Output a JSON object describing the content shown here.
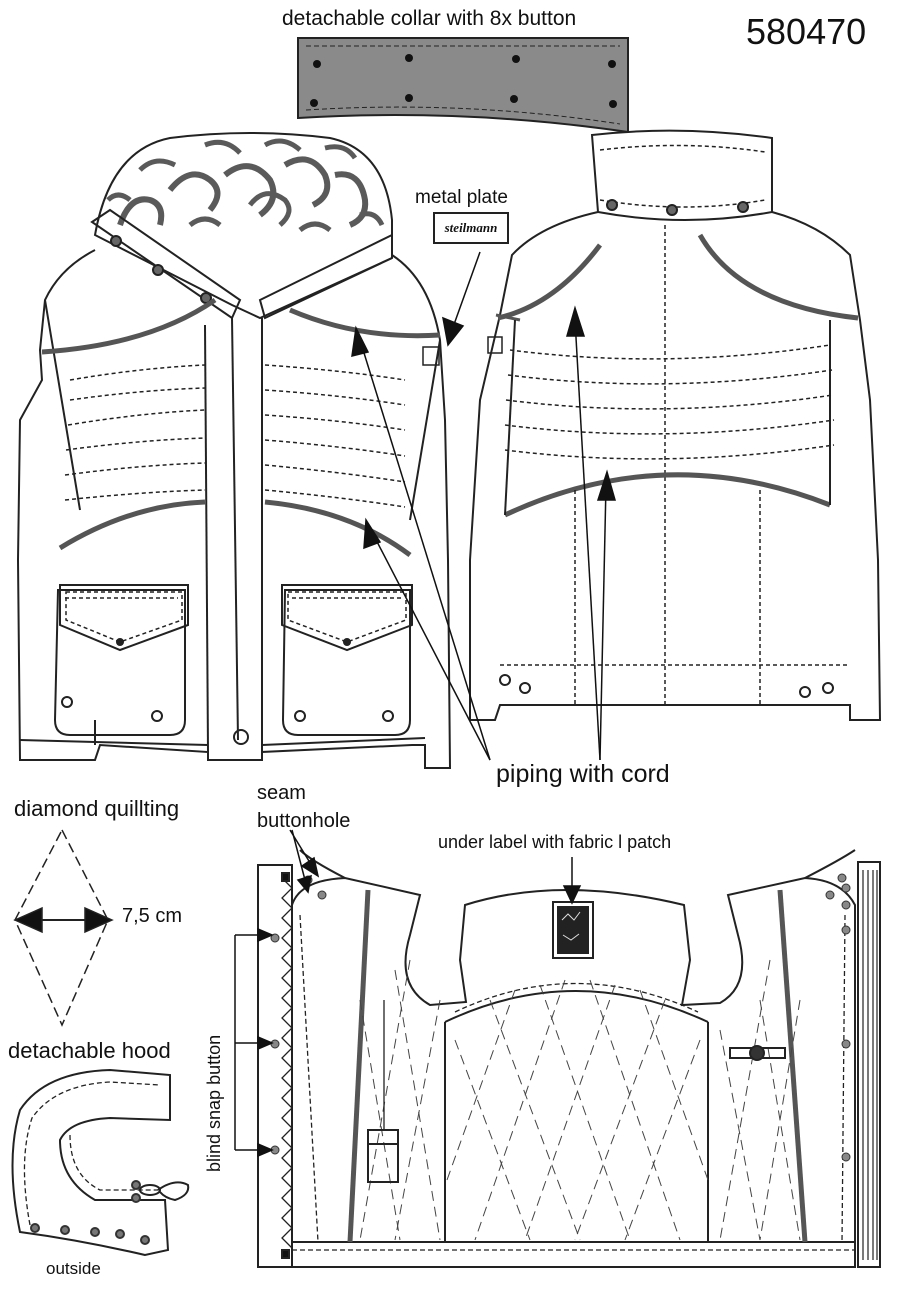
{
  "model_number": "580470",
  "labels": {
    "collar": "detachable collar with 8x button",
    "metal_plate": "metal plate",
    "plate_brand": "steilmann",
    "piping": "piping with cord",
    "diamond_quilting": "diamond quillting",
    "seam": "seam",
    "buttonhole": "buttonhole",
    "under_label": "under label with fabric l patch",
    "measure": "7,5 cm",
    "hood": "detachable hood",
    "outside": "outside",
    "blind_snap": "blind snap button"
  },
  "colors": {
    "line": "#222222",
    "collar_fill": "#8a8a8a",
    "piping": "#555555",
    "fur": "#5a5a5a",
    "button": "#666666"
  }
}
